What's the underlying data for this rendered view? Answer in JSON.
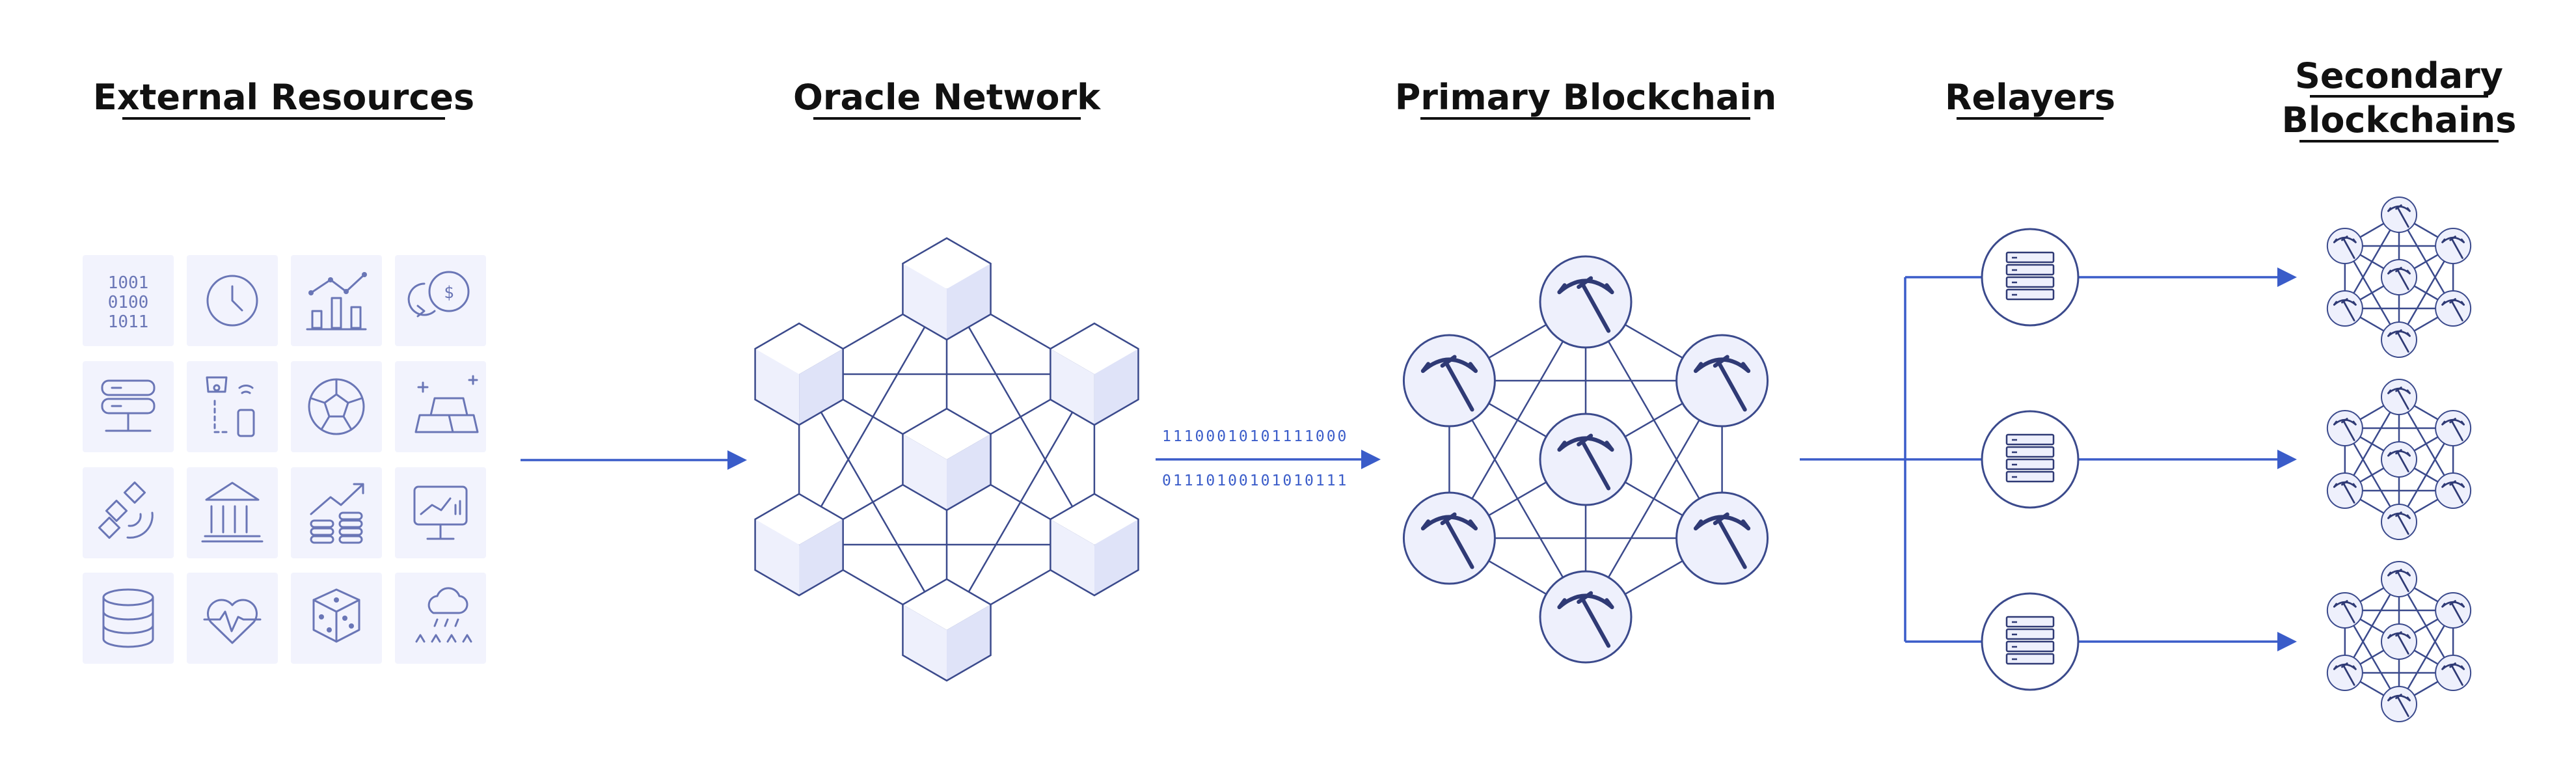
{
  "headings": {
    "external_resources": "External Resources",
    "oracle_network": "Oracle Network",
    "primary_blockchain": "Primary Blockchain",
    "relayers": "Relayers",
    "secondary_line1": "Secondary",
    "secondary_line2": "Blockchains"
  },
  "binary_stream": {
    "line1": "1110001010111100­0",
    "line2": "0111010010101011­1"
  },
  "binary_text": {
    "line1": "11100010101111000",
    "line2": "01110100101010111"
  },
  "resource_icons": [
    "binary-data-icon",
    "clock-icon",
    "line-chart-icon",
    "currency-coins-icon",
    "server-network-icon",
    "iot-devices-icon",
    "soccer-ball-icon",
    "gold-bars-icon",
    "satellite-icon",
    "bank-building-icon",
    "market-growth-icon",
    "monitor-chart-icon",
    "database-icon",
    "heart-rate-icon",
    "dice-icon",
    "weather-icon"
  ],
  "binary_icon_text": [
    "1001",
    "0100",
    "1011"
  ],
  "colors": {
    "flow_arrow": "#3a5cc9",
    "network_line": "#3b4a8c",
    "icon_tile": "#f2f3fd",
    "icon_stroke": "#6a76b6",
    "node_fill": "#eef0fc"
  }
}
